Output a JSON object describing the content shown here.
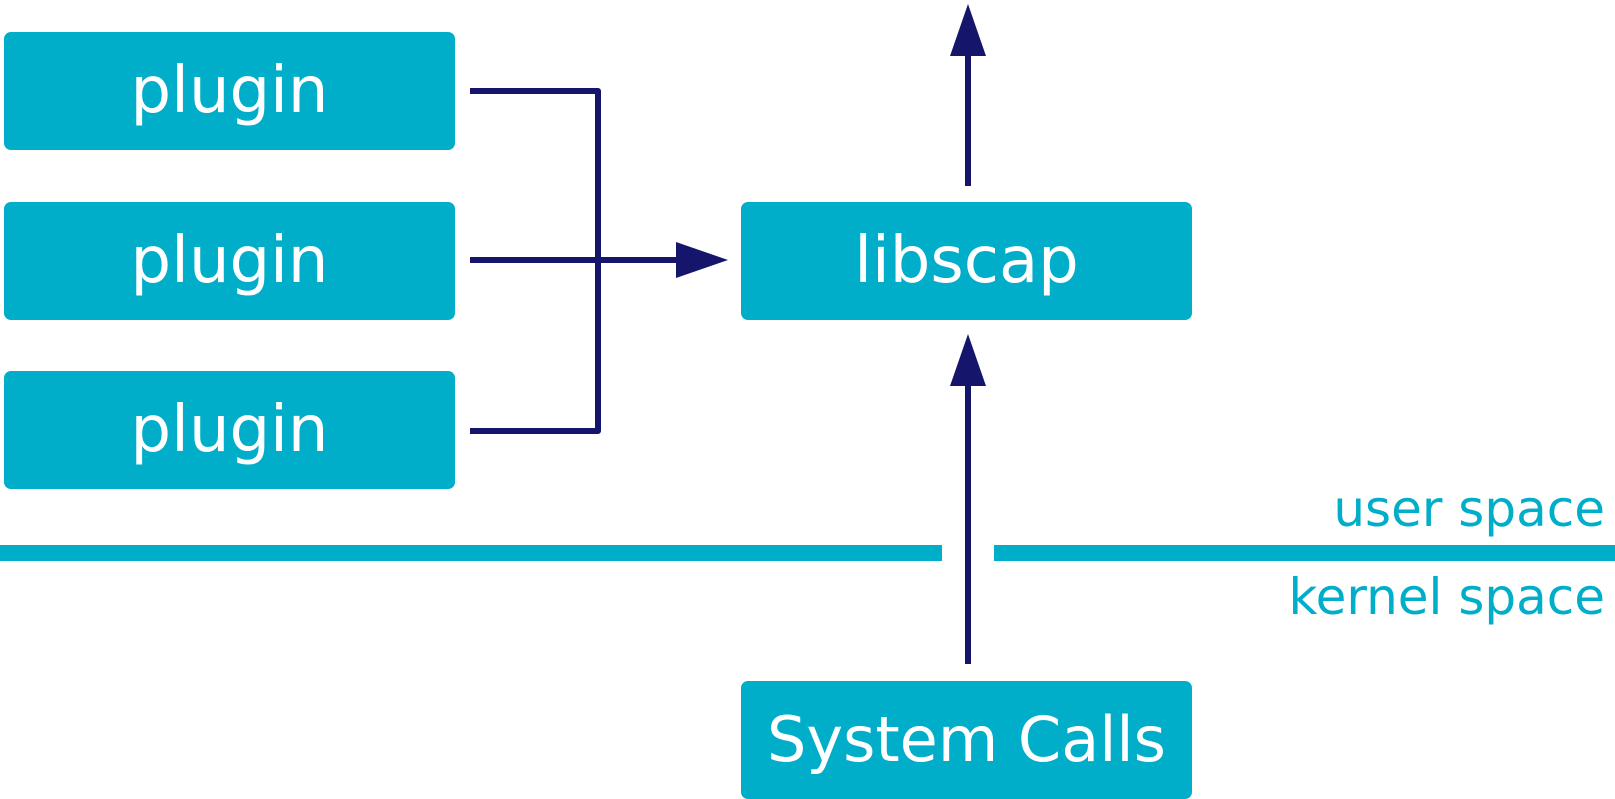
{
  "colors": {
    "box": "#00aec9",
    "box_text": "#ffffff",
    "arrow": "#15156b",
    "divider": "#00aec9",
    "space_label": "#00aec9"
  },
  "plugins": [
    {
      "label": "plugin"
    },
    {
      "label": "plugin"
    },
    {
      "label": "plugin"
    }
  ],
  "libscap": {
    "label": "libscap"
  },
  "system_calls": {
    "label": "System Calls"
  },
  "boundary": {
    "user_space": "user space",
    "kernel_space": "kernel space"
  }
}
